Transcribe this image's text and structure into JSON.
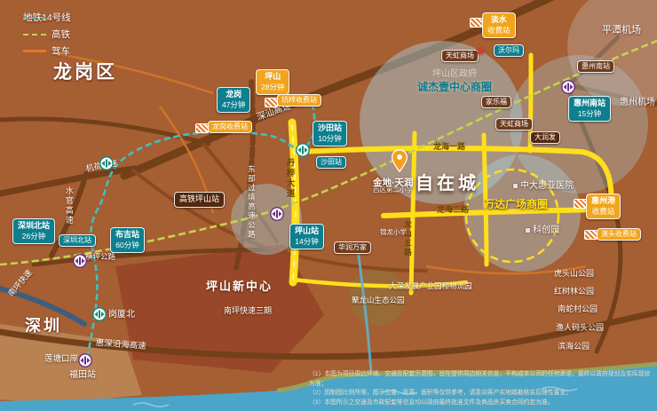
{
  "legend": {
    "metro": "地铁14号线",
    "rail": "高铁",
    "drive": "驾车"
  },
  "regions": {
    "longgang": "龙岗区",
    "shenzhen": "深圳",
    "pingtan_airport": "平潭机场",
    "huizhou_airport": "惠州机场"
  },
  "property": {
    "brand": "金地·天润",
    "name": "自在城"
  },
  "circles": {
    "gov": "坪山区政府",
    "chengjie": "诚杰壹中心商圈",
    "wanda": "万达广场商圈"
  },
  "badges": {
    "pingshan": {
      "t": "坪山",
      "s": "28分钟"
    },
    "longgang": {
      "t": "龙岗",
      "s": "47分钟"
    },
    "kengzi_toll": "坑梓收费站",
    "longgang_toll": "龙岗收费站",
    "shatian_time": {
      "t": "沙田站",
      "s": "10分钟"
    },
    "shatian": "沙田站",
    "hsr_pingshan": "高铁坪山站",
    "pingshan_time": {
      "t": "坪山站",
      "s": "14分钟"
    },
    "huarun": "华润万家",
    "szn_time": {
      "t": "深圳北站",
      "s": "26分钟"
    },
    "szn": "深圳北站",
    "buji_time": {
      "t": "布吉站",
      "s": "60分钟"
    },
    "danshui_toll": {
      "t": "淡水",
      "s": "收费站"
    },
    "tianhong1": "天虹商场",
    "walmart": "沃尔玛",
    "carrefour": "家乐福",
    "tianhong2": "天虹商场",
    "darunfa": "大润发",
    "huizhou_south": "惠州南站",
    "huizhou_time": {
      "t": "惠州南站",
      "s": "15分钟"
    },
    "huizhougang_toll": {
      "t": "惠州港",
      "s": "收费站"
    },
    "aotou_toll": "澳头收费站"
  },
  "roads": {
    "shenshan": "深汕高速",
    "jihe": "机荷高速",
    "shuiguan": "水官高速",
    "dongbu": "东部过境高速公路",
    "hengping": "横坪公路",
    "nanping": "南坪快速",
    "nanping3": "南坪快速三期",
    "huishen_coastal": "惠深沿海高速",
    "danzi": "丹梓大道",
    "longhai1": "龙海一路",
    "longhai2": "龙海二路",
    "longshan5": "龙山五路"
  },
  "places": {
    "pingshan_center": "坪山新中心",
    "gangxiabei": "岗厦北",
    "futian": "福田站",
    "liantang": "莲塘口岸",
    "hospital": "中大惠亚医院",
    "kechuang": "科创园",
    "hutoushan": "虎头山公园",
    "hongshulin": "红树林公园",
    "nanshecun": "南蛇村公园",
    "yuren": "渔人码头公园",
    "binhai": "滨海公园",
    "dashen": "大深发展产业园和物流园",
    "julongshan": "聚龙山生态公园",
    "xiqu2": "西区第二小学",
    "jinlong": "锦龙小学"
  },
  "colors": {
    "land": "#a65e33",
    "water": "#4aa5c8",
    "yellow_road": "#ffdf1b",
    "metro_line": "#3ec1c1",
    "rail_line": "#c3d44e",
    "drive_line": "#e87722",
    "teal_badge": "#0e7f8e",
    "orange_badge": "#f2a41c",
    "brown_badge": "#6e3b1c"
  },
  "disclaimer": {
    "l1": "（1）本图为项目周边环境、交通及配套示意图，旨在提供周边相关信息，不构成本公司的任何承诺，最终以政府规划及实际现状为准；",
    "l2": "（2）因制图比例所限，图示位置、距离、面积等仅供参考，请意向客户实地踏勘核实后理性置业；",
    "l3": "（3）本图所示之交通及市政配套等信息均以政府最终批准文件及商品房买卖合同约定为准。"
  }
}
